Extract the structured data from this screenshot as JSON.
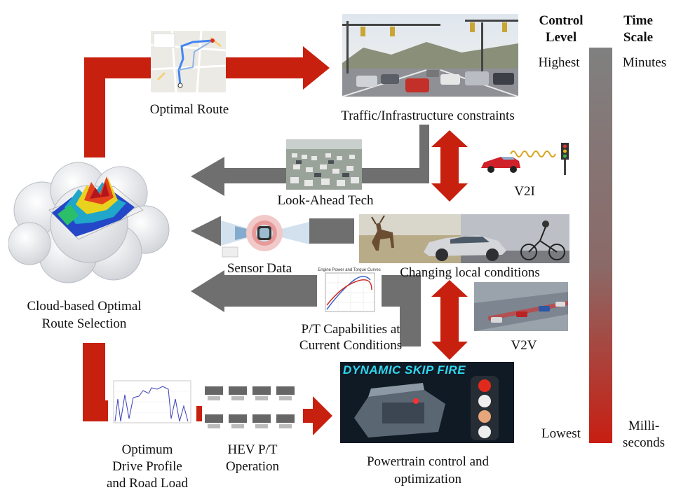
{
  "labels": {
    "optimal_route": "Optimal Route",
    "traffic": "Traffic/Infrastructure constraints",
    "look_ahead": "Look-Ahead Tech",
    "v2i": "V2I",
    "sensor_data": "Sensor Data",
    "changing_local": "Changing local conditions",
    "cloud_line1": "Cloud-based Optimal",
    "cloud_line2": "Route Selection",
    "pt_line1": "P/T Capabilities at",
    "pt_line2": "Current Conditions",
    "v2v": "V2V",
    "optimum_line1": "Optimum",
    "optimum_line2": "Drive Profile",
    "optimum_line3": "and Road Load",
    "hev_line1": "HEV P/T",
    "hev_line2": "Operation",
    "powertrain_line1": "Powertrain control and",
    "powertrain_line2": "optimization",
    "dsf_title": "DYNAMIC SKIP FIRE",
    "engine_chart_title": "Engine Power and Torque Curves"
  },
  "scale": {
    "control_header_1": "Control",
    "control_header_2": "Level",
    "time_header_1": "Time",
    "time_header_2": "Scale",
    "highest": "Highest",
    "minutes": "Minutes",
    "lowest": "Lowest",
    "milli_1": "Milli-",
    "milli_2": "seconds",
    "gradient_top_color": "#808080",
    "gradient_bottom_color": "#c81e12"
  },
  "colors": {
    "red_arrow": "#c8200f",
    "gray_arrow": "#6f6f6f"
  }
}
